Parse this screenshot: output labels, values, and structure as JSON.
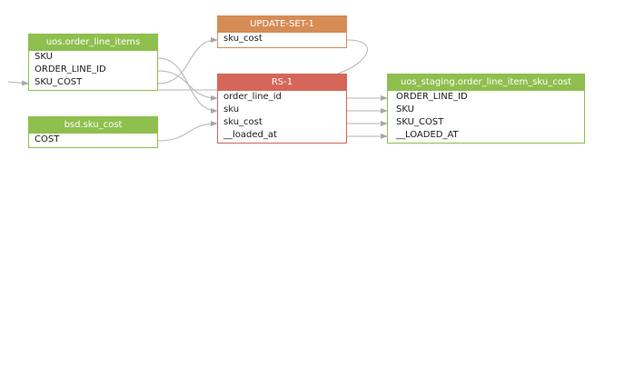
{
  "nodes": {
    "order_line_items": {
      "title": "uos.order_line_items",
      "fields": [
        "SKU",
        "ORDER_LINE_ID",
        "SKU_COST"
      ],
      "color": "#8fbf4e"
    },
    "sku_cost": {
      "title": "bsd.sku_cost",
      "fields": [
        "COST"
      ],
      "color": "#8fbf4e"
    },
    "update_set": {
      "title": "UPDATE-SET-1",
      "fields": [
        "sku_cost"
      ],
      "color": "#d68c55"
    },
    "rs": {
      "title": "RS-1",
      "fields": [
        "order_line_id",
        "sku",
        "sku_cost",
        "__loaded_at"
      ],
      "color": "#d5675a"
    },
    "staging": {
      "title": "uos_staging.order_line_item_sku_cost",
      "fields": [
        "ORDER_LINE_ID",
        "SKU",
        "SKU_COST",
        "__LOADED_AT"
      ],
      "color": "#8fbf4e"
    }
  },
  "edge_color": "#b3b3b3"
}
